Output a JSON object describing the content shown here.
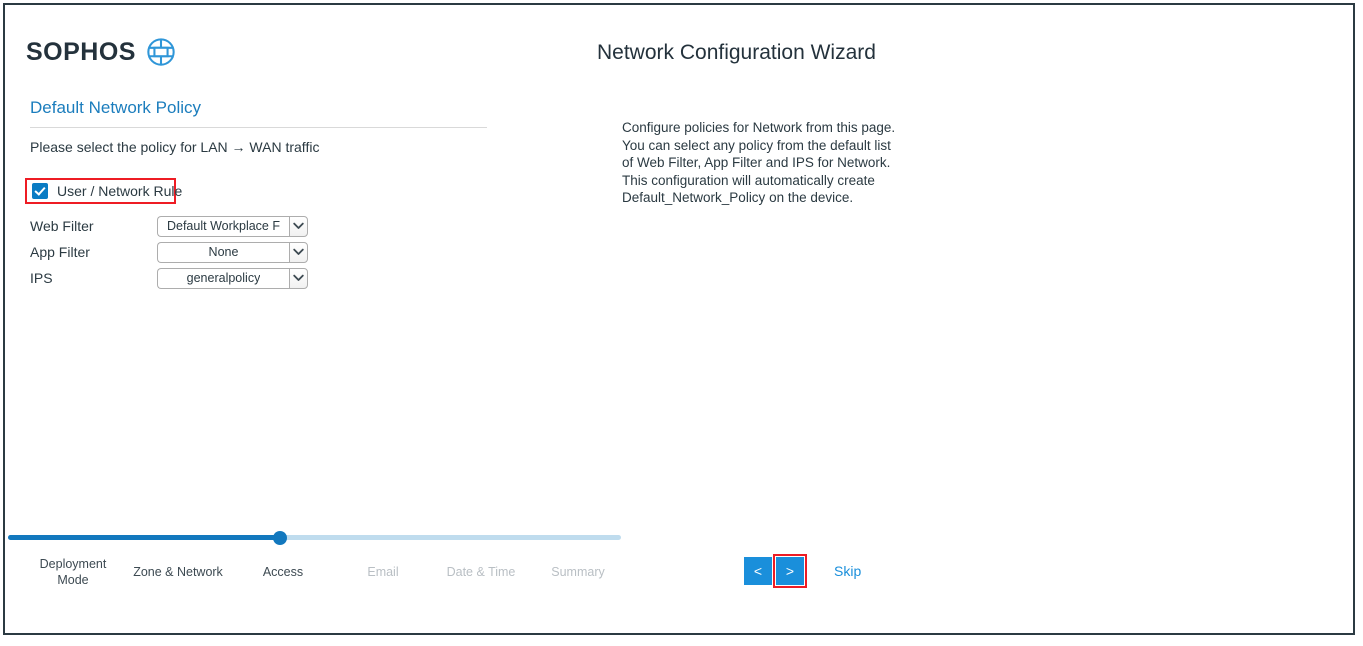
{
  "brand": {
    "name": "SOPHOS",
    "logo_icon": "globe-icon",
    "accent_color": "#1b7dbd",
    "logo_color": "#24323c"
  },
  "left_panel": {
    "title": "Default Network Policy",
    "instruction": "Please select the policy for LAN → WAN traffic",
    "checkbox": {
      "label": "User / Network Rule",
      "checked": true,
      "highlight_color": "#ee1c24"
    },
    "fields": [
      {
        "label": "Web Filter",
        "value": "Default Workplace F",
        "icon": "chevron-down-icon"
      },
      {
        "label": "App Filter",
        "value": "None",
        "icon": "chevron-down-icon"
      },
      {
        "label": "IPS",
        "value": "generalpolicy",
        "icon": "chevron-down-icon"
      }
    ]
  },
  "right_panel": {
    "title": "Network Configuration Wizard",
    "description": "Configure policies for Network from this page. You can select any policy from the default list of Web Filter, App Filter and IPS for Network. This configuration will automatically create Default_Network_Policy on the device."
  },
  "stepper": {
    "progress_percent": 45,
    "active_index": 2,
    "active_color": "#1278be",
    "track_color": "#bfdcee",
    "steps": [
      {
        "label": "Deployment Mode",
        "state": "done"
      },
      {
        "label": "Zone & Network",
        "state": "done"
      },
      {
        "label": "Access",
        "state": "current"
      },
      {
        "label": "Email",
        "state": "upcoming"
      },
      {
        "label": "Date & Time",
        "state": "upcoming"
      },
      {
        "label": "Summary",
        "state": "upcoming"
      }
    ]
  },
  "footer": {
    "prev_label": "<",
    "next_label": ">",
    "skip_label": "Skip",
    "button_color": "#1a8fdb",
    "next_highlight_color": "#ee1c24"
  }
}
